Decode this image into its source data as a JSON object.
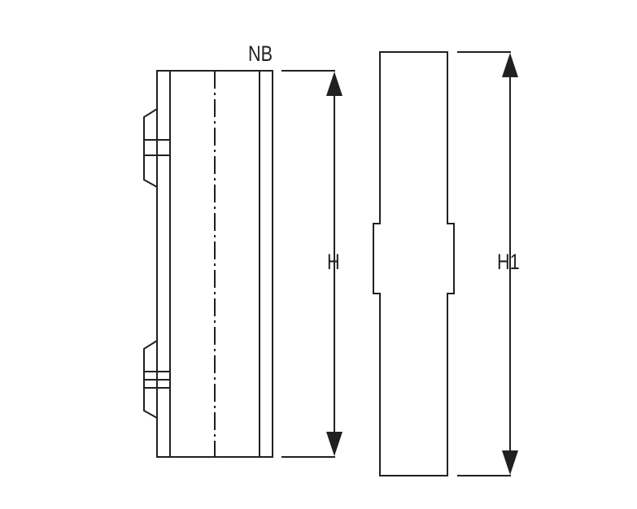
{
  "labels": {
    "nb": "NB",
    "h": "H",
    "h1": "H1"
  },
  "colors": {
    "line": "#231f20",
    "background": "#ffffff"
  }
}
